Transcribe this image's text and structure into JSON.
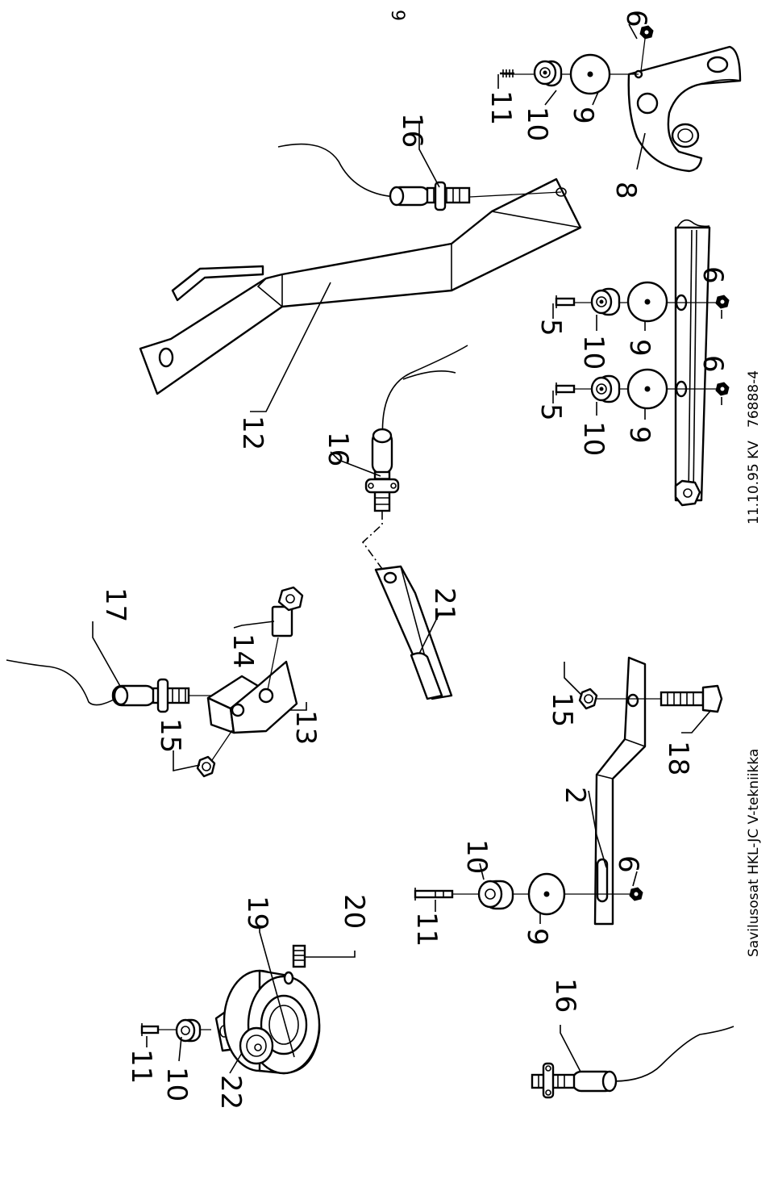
{
  "page_number": "9",
  "footer": {
    "title": "Savilusosat HKL-JC V-tekniikka",
    "date": "11.10.95 KV",
    "code": "76888-4"
  },
  "labels": {
    "l6a": "6",
    "l11a": "11",
    "l10a": "10",
    "l9a": "9",
    "l8": "8",
    "l16a": "16",
    "l12": "12",
    "l5a": "5",
    "l10b": "10",
    "l9b": "9",
    "l6b": "6",
    "l5b": "5",
    "l10c": "10",
    "l9c": "9",
    "l6c": "6",
    "l16b": "16",
    "l21": "21",
    "l17": "17",
    "l14": "14",
    "l15a": "15",
    "l13": "13",
    "l15b": "15",
    "l18": "18",
    "l2": "2",
    "l10d": "10",
    "l6d": "6",
    "l11b": "11",
    "l9d": "9",
    "l19": "19",
    "l20": "20",
    "l11c": "11",
    "l10e": "10",
    "l22": "22",
    "l16c": "16"
  }
}
